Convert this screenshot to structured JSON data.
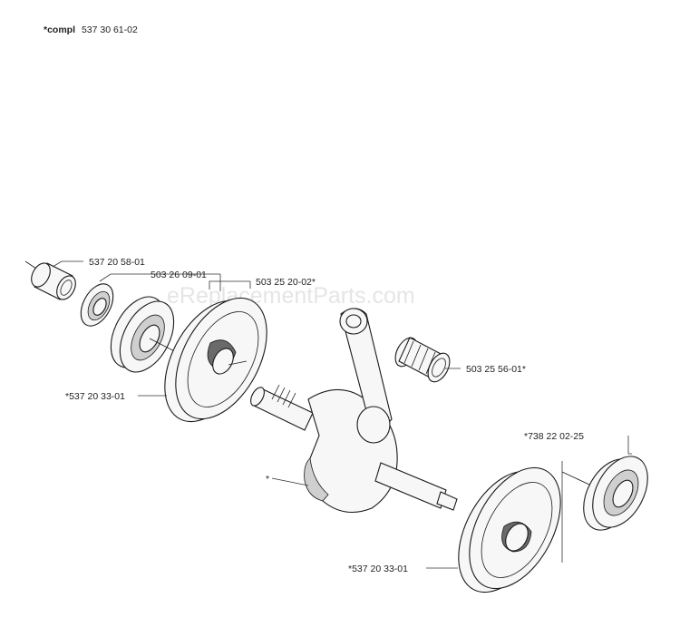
{
  "header": {
    "prefix": "*compl",
    "number": "537 30 61-02"
  },
  "watermark": "eReplacementParts.com",
  "callouts": {
    "sleeve": "537 20 58-01",
    "seal_left": "503 26 09-01",
    "bearing_left": "503 25 20-02*",
    "needle_bearing": "503 25 56-01*",
    "flywheel_half_left": "*537 20 33-01",
    "crankshaft": "*",
    "bearing_right": "*738 22 02-25",
    "flywheel_half_right": "*537 20 33-01"
  }
}
